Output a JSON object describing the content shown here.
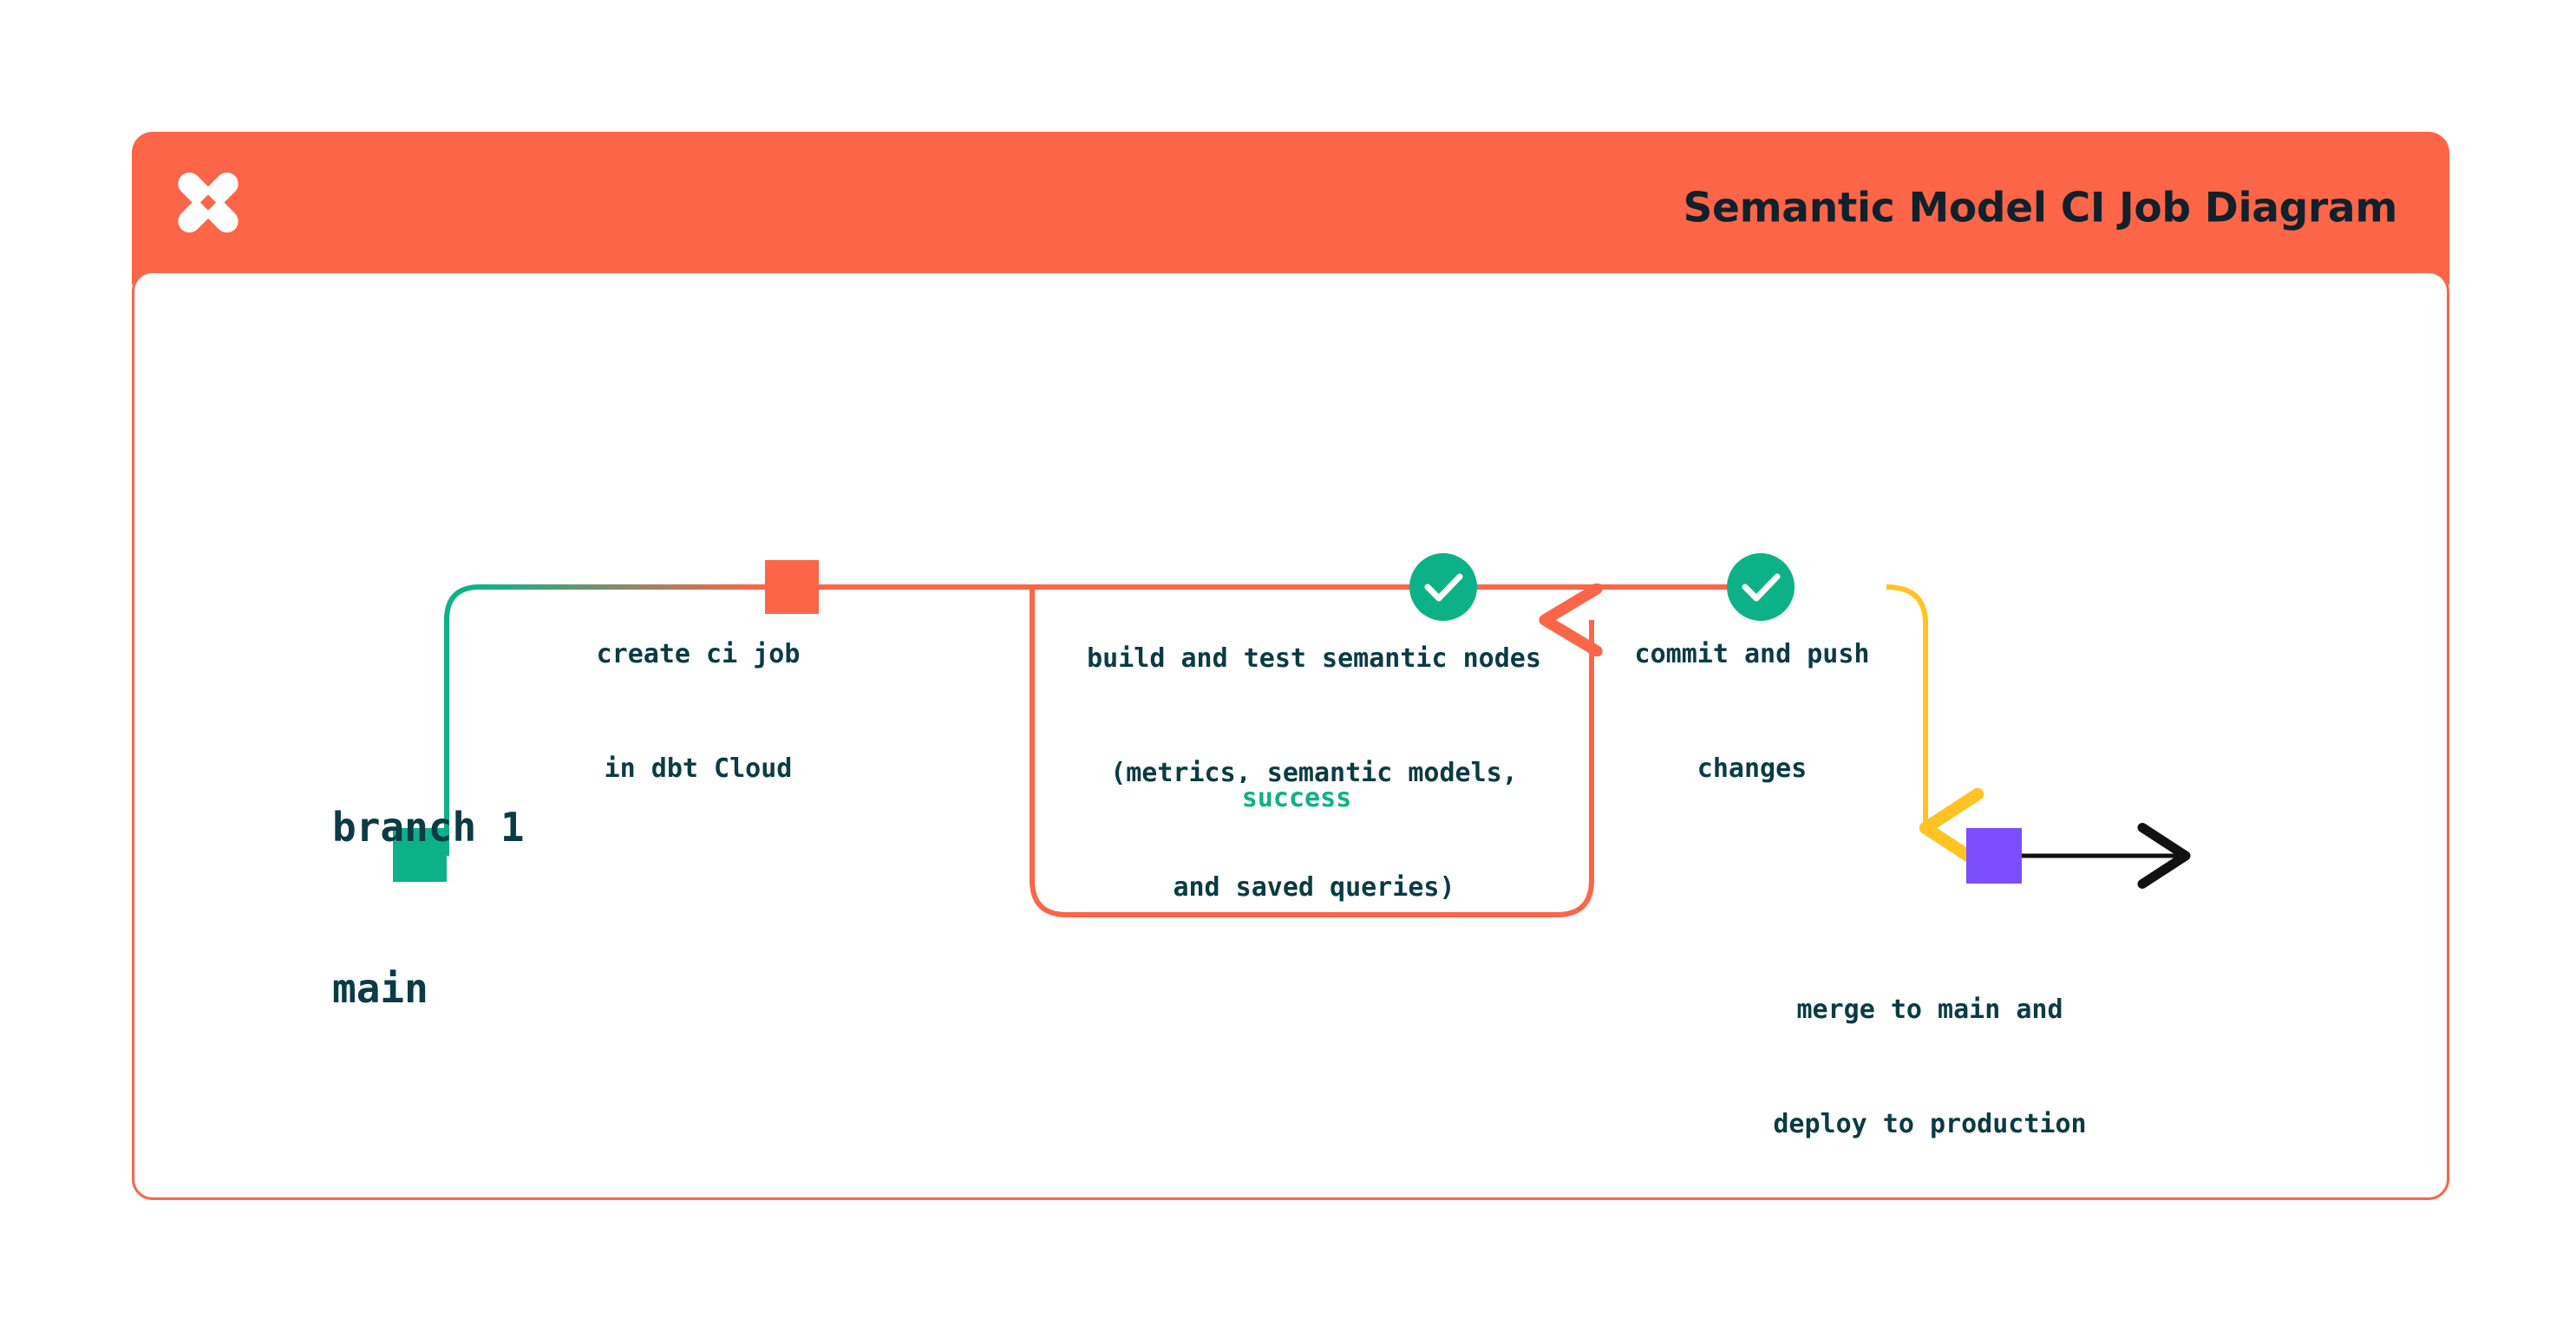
{
  "header": {
    "title": "Semantic Model CI Job Diagram",
    "logo_icon": "dbt-logo-icon",
    "bg_color": "#FC6548",
    "title_color": "#10212B"
  },
  "card": {
    "border_color": "#FC6548",
    "background": "#FFFFFF"
  },
  "diagram": {
    "type": "git-branch-flow",
    "lanes": [
      {
        "id": "branch1",
        "label": "branch 1",
        "color": "#FC6548"
      },
      {
        "id": "main",
        "label": "main",
        "color": "#0DB187"
      }
    ],
    "nodes": [
      {
        "id": "main-start",
        "lane": "main",
        "shape": "square",
        "color": "#0DB187",
        "caption": ""
      },
      {
        "id": "create-ci-job",
        "lane": "branch1",
        "shape": "square",
        "color": "#FC6548",
        "caption_line_1": "create ci job",
        "caption_line_2": "in dbt Cloud"
      },
      {
        "id": "build-and-test",
        "lane": "branch1",
        "shape": "check-circle",
        "color": "#0DB187",
        "icon": "check-icon",
        "caption_line_1": "build and test semantic nodes",
        "caption_line_2": "(metrics, semantic models,",
        "caption_line_3": "and saved queries)"
      },
      {
        "id": "commit-and-push",
        "lane": "branch1",
        "shape": "check-circle",
        "color": "#0DB187",
        "icon": "check-icon",
        "caption_line_1": "commit and push",
        "caption_line_2": "changes"
      },
      {
        "id": "merge-to-main",
        "lane": "main",
        "shape": "square",
        "color": "#7C4DFF",
        "caption_line_1": "merge to main and",
        "caption_line_2": "deploy to production"
      }
    ],
    "edges": [
      {
        "id": "branch-off",
        "from": "main-start",
        "to": "create-ci-job",
        "gradient_from": "#0DB187",
        "gradient_to": "#FC6548"
      },
      {
        "id": "retry-loop",
        "from": "build-and-test",
        "to": "build-and-test",
        "label": "success",
        "label_color": "#0DB187",
        "color": "#FC6548"
      },
      {
        "id": "merge-down",
        "from": "commit-and-push",
        "to": "merge-to-main",
        "gradient_from": "#FC6548",
        "gradient_to": "#FFC423"
      },
      {
        "id": "main-continues",
        "from": "merge-to-main",
        "to": "end",
        "color": "#111111"
      }
    ],
    "colors": {
      "coral": "#FC6548",
      "green": "#0DB187",
      "yellow": "#FFC423",
      "purple": "#7C4DFF",
      "ink": "#0B3B44",
      "black": "#111111"
    }
  }
}
